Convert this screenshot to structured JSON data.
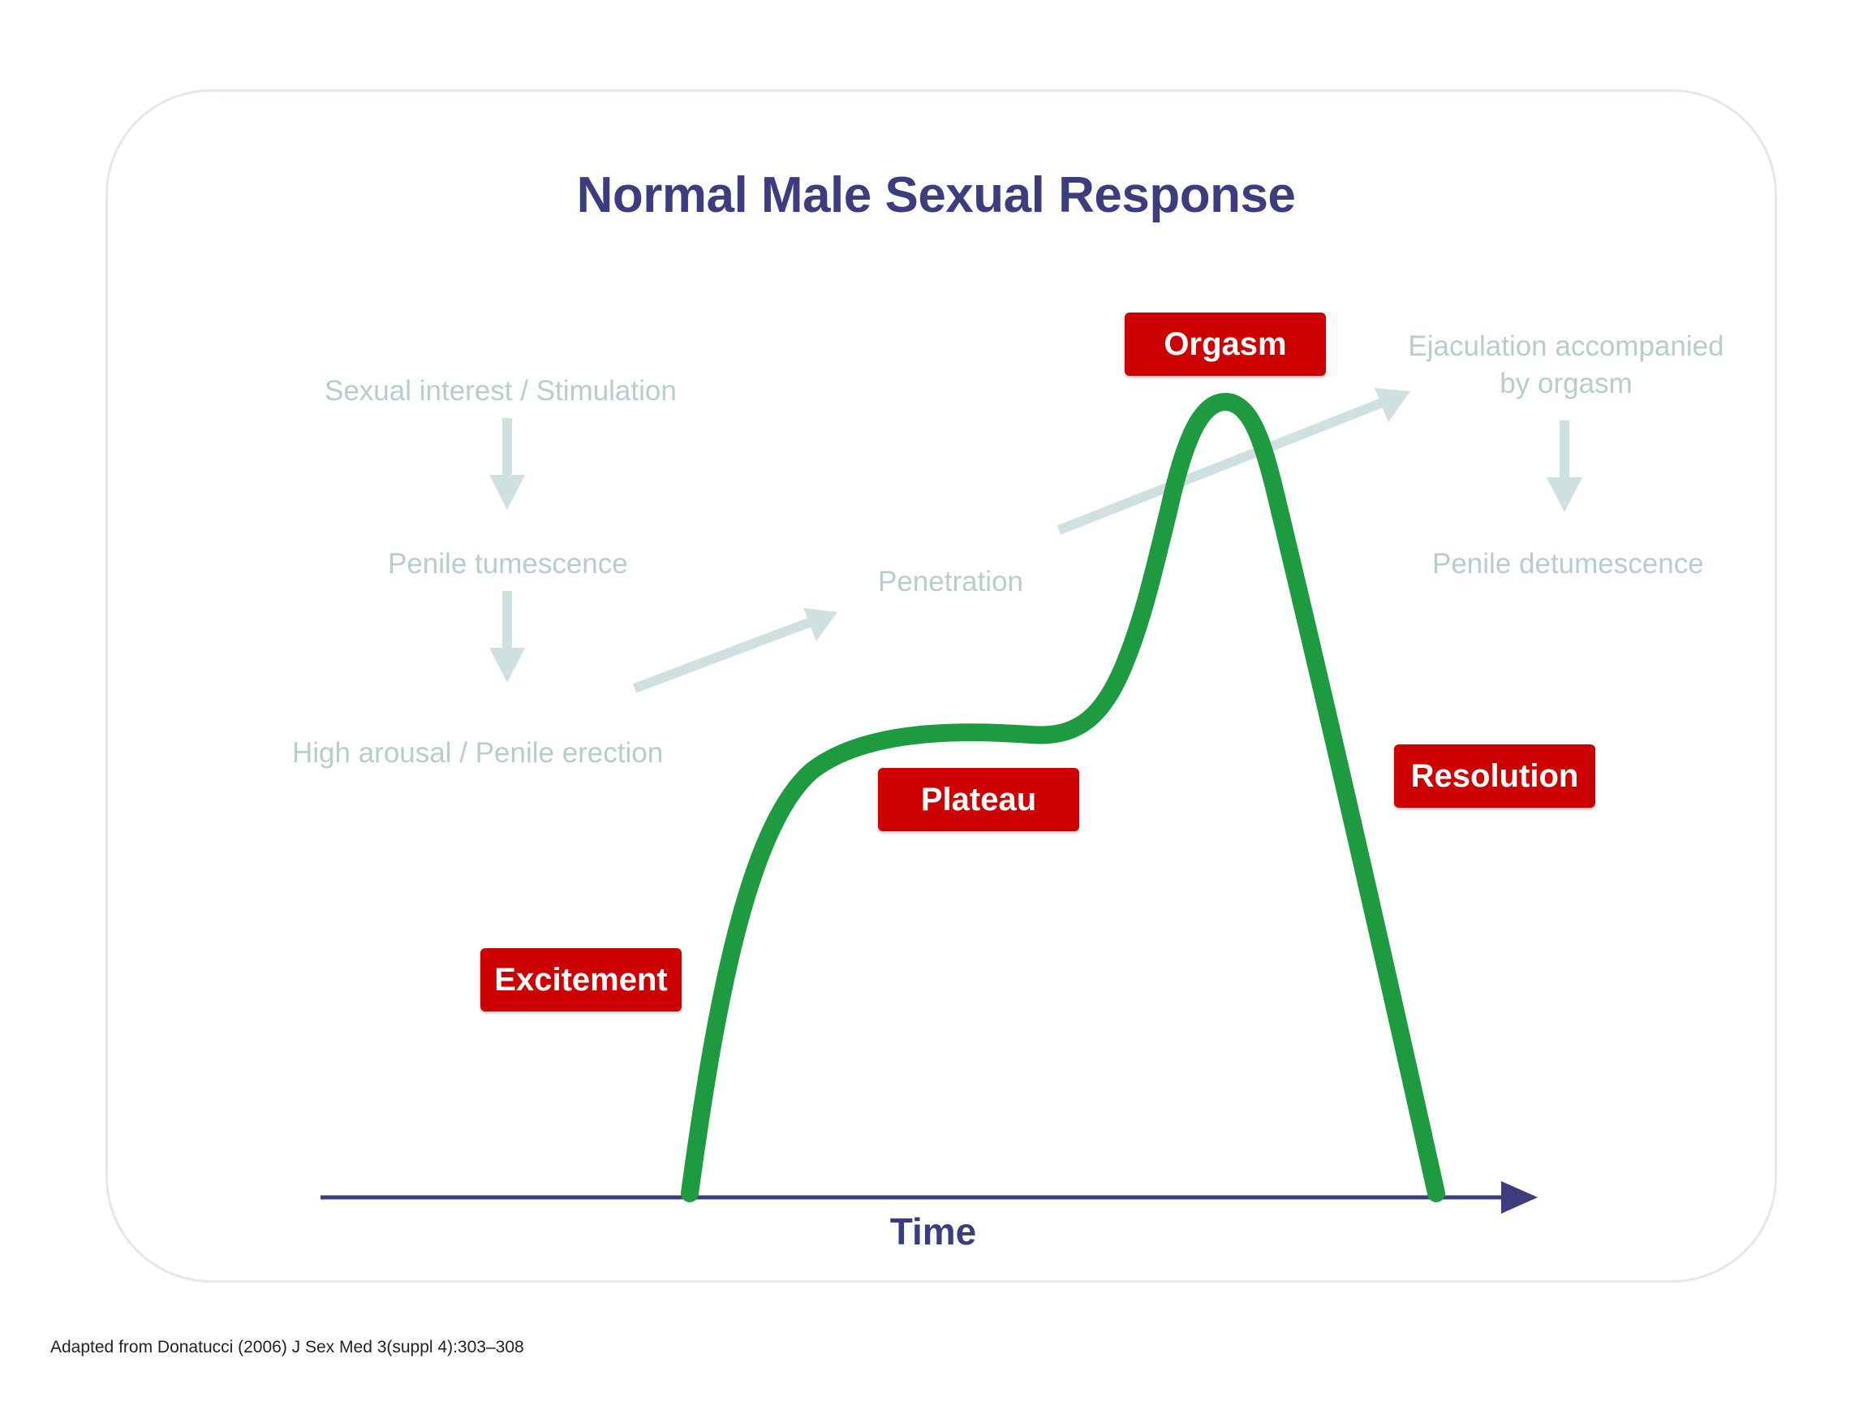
{
  "title": "Normal Male Sexual Response",
  "flow": {
    "stimulation": "Sexual interest / Stimulation",
    "tumescence": "Penile tumescence",
    "erection": "High arousal / Penile erection",
    "penetration": "Penetration",
    "ejaculation_line1": "Ejaculation accompanied",
    "ejaculation_line2": "by orgasm",
    "detumescence": "Penile detumescence"
  },
  "stages": {
    "excitement": "Excitement",
    "plateau": "Plateau",
    "orgasm": "Orgasm",
    "resolution": "Resolution"
  },
  "axis": {
    "x_label": "Time"
  },
  "citation": "Adapted from Donatucci (2006) J Sex Med 3(suppl 4):303–308",
  "colors": {
    "curve": "#1e9a40",
    "stage_box": "#cc0000",
    "title": "#3d3d7e",
    "flow_text": "#b9cccd",
    "flow_arrow": "#cfe0e1",
    "axis": "#3d3d7e"
  }
}
